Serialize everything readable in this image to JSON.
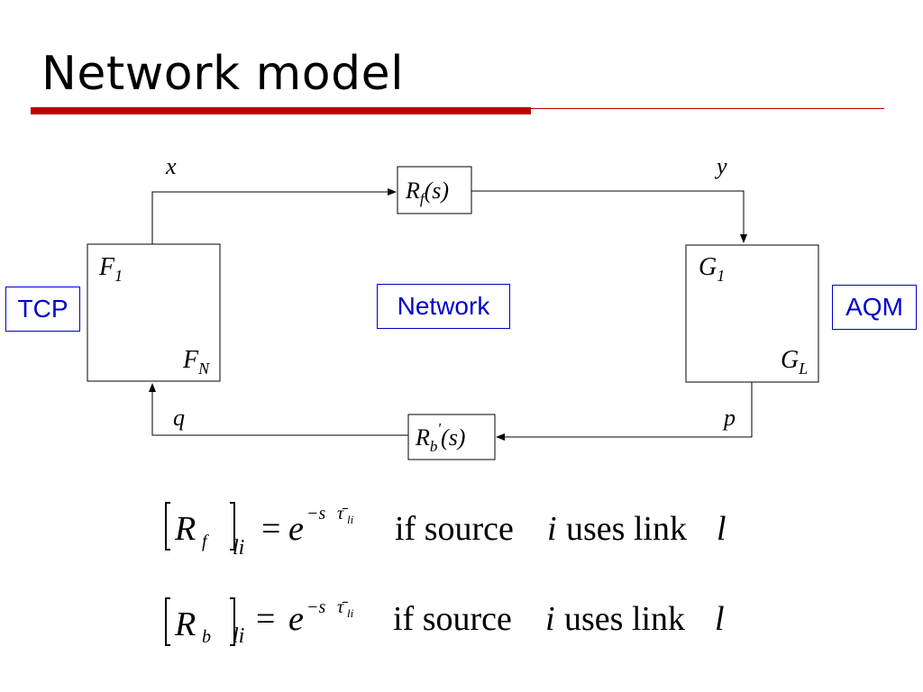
{
  "title": "Network model",
  "labels": {
    "tcp": "TCP",
    "network": "Network",
    "aqm": "AQM",
    "x": "x",
    "y": "y",
    "q": "q",
    "p": "p",
    "rf": {
      "R": "R",
      "sub": "f",
      "arg": "(s)"
    },
    "rb": {
      "R": "R",
      "sub": "b",
      "sup": "'",
      "arg": "(s)"
    },
    "F1": {
      "base": "F",
      "sub": "1"
    },
    "FN": {
      "base": "F",
      "sub": "N"
    },
    "G1": {
      "base": "G",
      "sub": "1"
    },
    "GL": {
      "base": "G",
      "sub": "L"
    }
  },
  "equations": [
    {
      "matrix": "R",
      "matrix_sub": "f",
      "index": "li",
      "equals": "=",
      "base": "e",
      "exponent": "−s",
      "tau": "τ̄",
      "tau_sub": "li",
      "condition_prefix": "if source",
      "var_i": "i",
      "condition_mid": "uses link",
      "var_l": "l"
    },
    {
      "matrix": "R",
      "matrix_sub": "b",
      "index": "li",
      "equals": "=",
      "base": "e",
      "exponent": "−s",
      "tau": "τ̄",
      "tau_sub": "li",
      "condition_prefix": "if source",
      "var_i": "i",
      "condition_mid": "uses link",
      "var_l": "l"
    }
  ],
  "colors": {
    "accent_red": "#c00000",
    "tag_blue": "#0000cc"
  }
}
